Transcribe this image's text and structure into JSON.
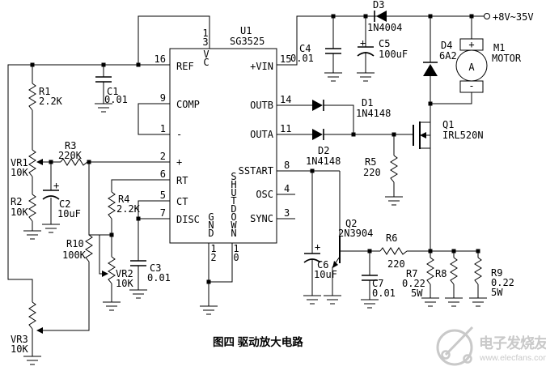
{
  "caption": "图四  驱动放大电路",
  "watermark": {
    "brand": "电子发烧友",
    "url": "www.elecfans.com"
  },
  "power": {
    "label": "+8V~35V"
  },
  "ic": {
    "ref": "U1",
    "part": "SG3525",
    "pins_left": [
      {
        "num": "16",
        "name": "REF"
      },
      {
        "num": "9",
        "name": "COMP"
      },
      {
        "num": "1",
        "name": "-"
      },
      {
        "num": "2",
        "name": "+"
      },
      {
        "num": "6",
        "name": "RT"
      },
      {
        "num": "5",
        "name": "CT"
      },
      {
        "num": "7",
        "name": "DISC"
      }
    ],
    "pins_right": [
      {
        "num": "15",
        "name": "+VIN"
      },
      {
        "num": "14",
        "name": "OUTB"
      },
      {
        "num": "11",
        "name": "OUTA"
      },
      {
        "num": "8",
        "name": "SSTART"
      },
      {
        "num": "4",
        "name": "OSC"
      },
      {
        "num": "3",
        "name": "SYNC"
      }
    ],
    "pin13": [
      "1",
      "3"
    ],
    "pin12": [
      "1",
      "2"
    ],
    "pin10": [
      "1",
      "0"
    ],
    "vc": [
      "V",
      "C"
    ],
    "gnd": [
      "G",
      "N",
      "D"
    ],
    "shutdown": [
      "S",
      "H",
      "U",
      "T",
      "D",
      "O",
      "W",
      "N"
    ]
  },
  "components": {
    "r1": {
      "ref": "R1",
      "value": "2.2K"
    },
    "r2": {
      "ref": "R2",
      "value": "10K"
    },
    "r3": {
      "ref": "R3",
      "value": "220K"
    },
    "r4": {
      "ref": "R4",
      "value": "2.2K"
    },
    "r5": {
      "ref": "R5",
      "value": "220"
    },
    "r6": {
      "ref": "R6",
      "value": "220"
    },
    "r7": {
      "ref": "R7",
      "value": "0.22",
      "power": "5W"
    },
    "r8": {
      "ref": "R8"
    },
    "r9": {
      "ref": "R9",
      "value": "0.22",
      "power": "5W"
    },
    "r10": {
      "ref": "R10",
      "value": "100K"
    },
    "vr1": {
      "ref": "VR1",
      "value": "10K"
    },
    "vr2": {
      "ref": "VR2",
      "value": "10K"
    },
    "vr3": {
      "ref": "VR3",
      "value": "10K"
    },
    "c1": {
      "ref": "C1",
      "value": "0.01"
    },
    "c2": {
      "ref": "C2",
      "value": "10uF",
      "polarity": "+"
    },
    "c3": {
      "ref": "C3",
      "value": "0.01"
    },
    "c4": {
      "ref": "C4",
      "value": "0.01"
    },
    "c5": {
      "ref": "C5",
      "value": "100uF",
      "polarity": "+"
    },
    "c6": {
      "ref": "C6",
      "value": "10uF",
      "polarity": "+"
    },
    "c7": {
      "ref": "C7",
      "value": "0.01"
    },
    "d1": {
      "ref": "D1",
      "part": "1N4148"
    },
    "d2": {
      "ref": "D2",
      "part": "1N4148"
    },
    "d3": {
      "ref": "D3",
      "part": "1N4004"
    },
    "d4": {
      "ref": "D4",
      "part": "6A2"
    },
    "q1": {
      "ref": "Q1",
      "part": "IRL520N"
    },
    "q2": {
      "ref": "Q2",
      "part": "2N3904"
    },
    "m1": {
      "ref": "M1",
      "label": "MOTOR",
      "meter": "A",
      "plus": "+",
      "minus": "-"
    }
  }
}
